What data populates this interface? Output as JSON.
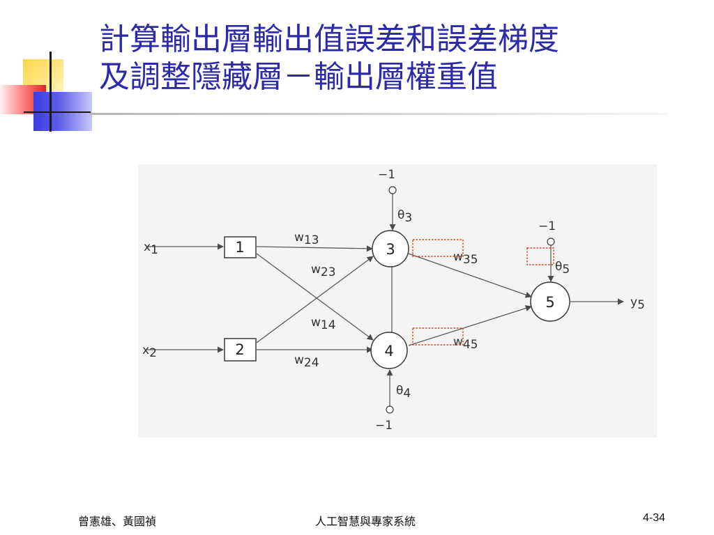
{
  "slide": {
    "title_line1": "計算輸出層輸出值誤差和誤差梯度",
    "title_line2": "及調整隱藏層－輸出層權重值"
  },
  "diagram": {
    "nodes": [
      {
        "id": "1",
        "label": "1",
        "shape": "square"
      },
      {
        "id": "2",
        "label": "2",
        "shape": "square"
      },
      {
        "id": "3",
        "label": "3",
        "shape": "circle"
      },
      {
        "id": "4",
        "label": "4",
        "shape": "circle"
      },
      {
        "id": "5",
        "label": "5",
        "shape": "circle"
      }
    ],
    "inputs": [
      {
        "base": "x",
        "sub": "1",
        "to": "1"
      },
      {
        "base": "x",
        "sub": "2",
        "to": "2"
      }
    ],
    "output": {
      "base": "y",
      "sub": "5",
      "from": "5"
    },
    "bias_value": "−1",
    "thresholds": [
      {
        "base": "θ",
        "sub": "3",
        "node": "3"
      },
      {
        "base": "θ",
        "sub": "4",
        "node": "4"
      },
      {
        "base": "θ",
        "sub": "5",
        "node": "5"
      }
    ],
    "weights": [
      {
        "base": "w",
        "sub": "13",
        "from": "1",
        "to": "3"
      },
      {
        "base": "w",
        "sub": "23",
        "from": "2",
        "to": "3"
      },
      {
        "base": "w",
        "sub": "14",
        "from": "1",
        "to": "4"
      },
      {
        "base": "w",
        "sub": "24",
        "from": "2",
        "to": "4"
      },
      {
        "base": "w",
        "sub": "35",
        "from": "3",
        "to": "5"
      },
      {
        "base": "w",
        "sub": "45",
        "from": "4",
        "to": "5"
      }
    ],
    "highlighted": [
      "w35",
      "w45",
      "θ5"
    ],
    "highlight_color": "#e0401a"
  },
  "footer": {
    "authors": "曾憲雄、黃國禎",
    "course": "人工智慧與專家系統",
    "page": "4-34"
  },
  "colors": {
    "title": "#2b2ba8"
  }
}
